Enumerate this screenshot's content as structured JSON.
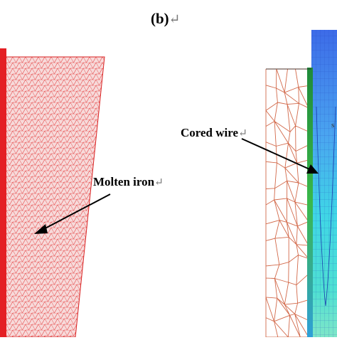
{
  "figure": {
    "panel_label": "(b)",
    "paragraph_mark": "↵",
    "labels": {
      "molten_iron": "Molten iron",
      "cored_wire": "Cored wire"
    },
    "edge_letter": "s"
  },
  "colors": {
    "mesh_red": "#e8252a",
    "mesh_red_fill": "#f6d0d0",
    "coarse_mesh": "#d2694a",
    "wire_blue": "#2a56d6",
    "wire_cyan": "#36d2e4",
    "wire_green": "#3ab84a"
  }
}
